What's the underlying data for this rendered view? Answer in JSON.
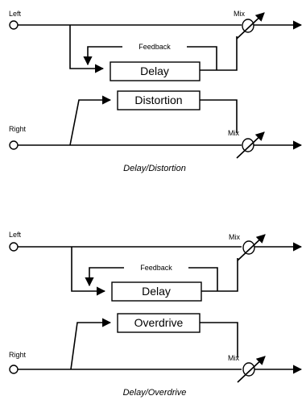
{
  "diagrams": [
    {
      "left_label": "Left",
      "right_label": "Right",
      "feedback_label": "Feedback",
      "effect1_label": "Delay",
      "effect2_label": "Distortion",
      "mix_label_top": "Mix",
      "mix_label_bottom": "Mix",
      "caption": "Delay/Distortion"
    },
    {
      "left_label": "Left",
      "right_label": "Right",
      "feedback_label": "Feedback",
      "effect1_label": "Delay",
      "effect2_label": "Overdrive",
      "mix_label_top": "Mix",
      "mix_label_bottom": "Mix",
      "caption": "Delay/Overdrive"
    }
  ]
}
